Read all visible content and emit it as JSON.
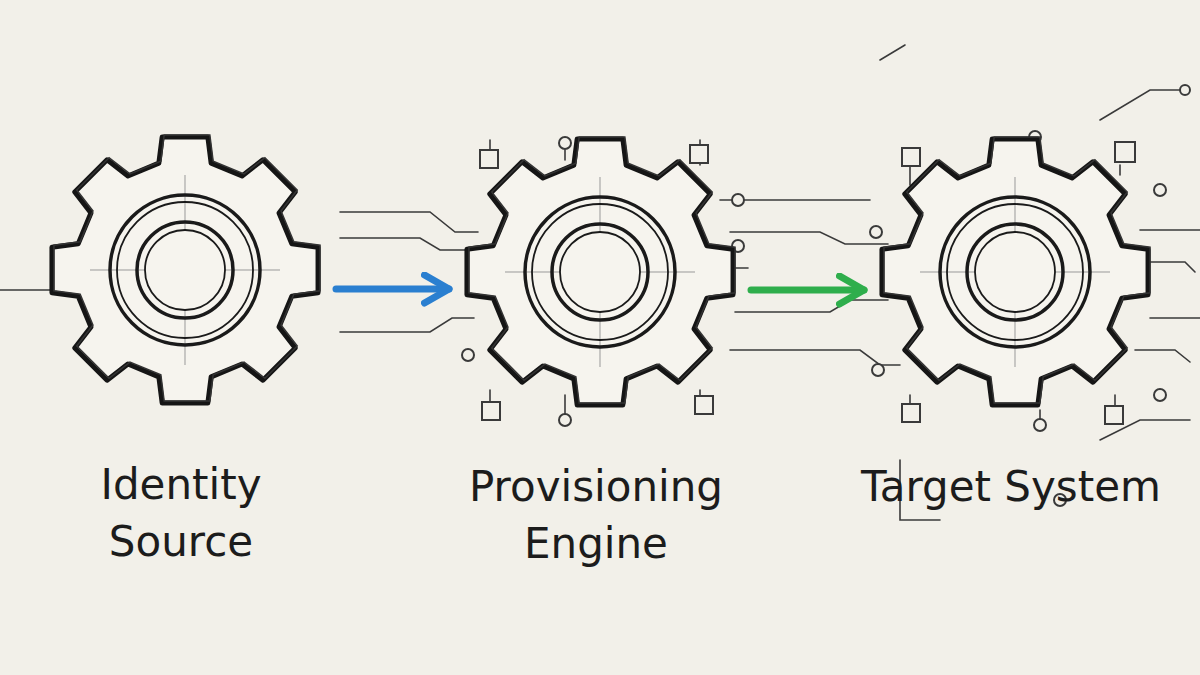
{
  "diagram": {
    "nodes": [
      {
        "text": [
          "Identity Source"
        ]
      },
      {
        "text": [
          "Provisioning Engine"
        ]
      },
      {
        "text": [
          "Target System"
        ]
      }
    ],
    "edges": [
      {
        "from": 0,
        "to": 1,
        "arrow": "to"
      },
      {
        "from": 1,
        "to": 2,
        "arrow": "to"
      }
    ]
  }
}
